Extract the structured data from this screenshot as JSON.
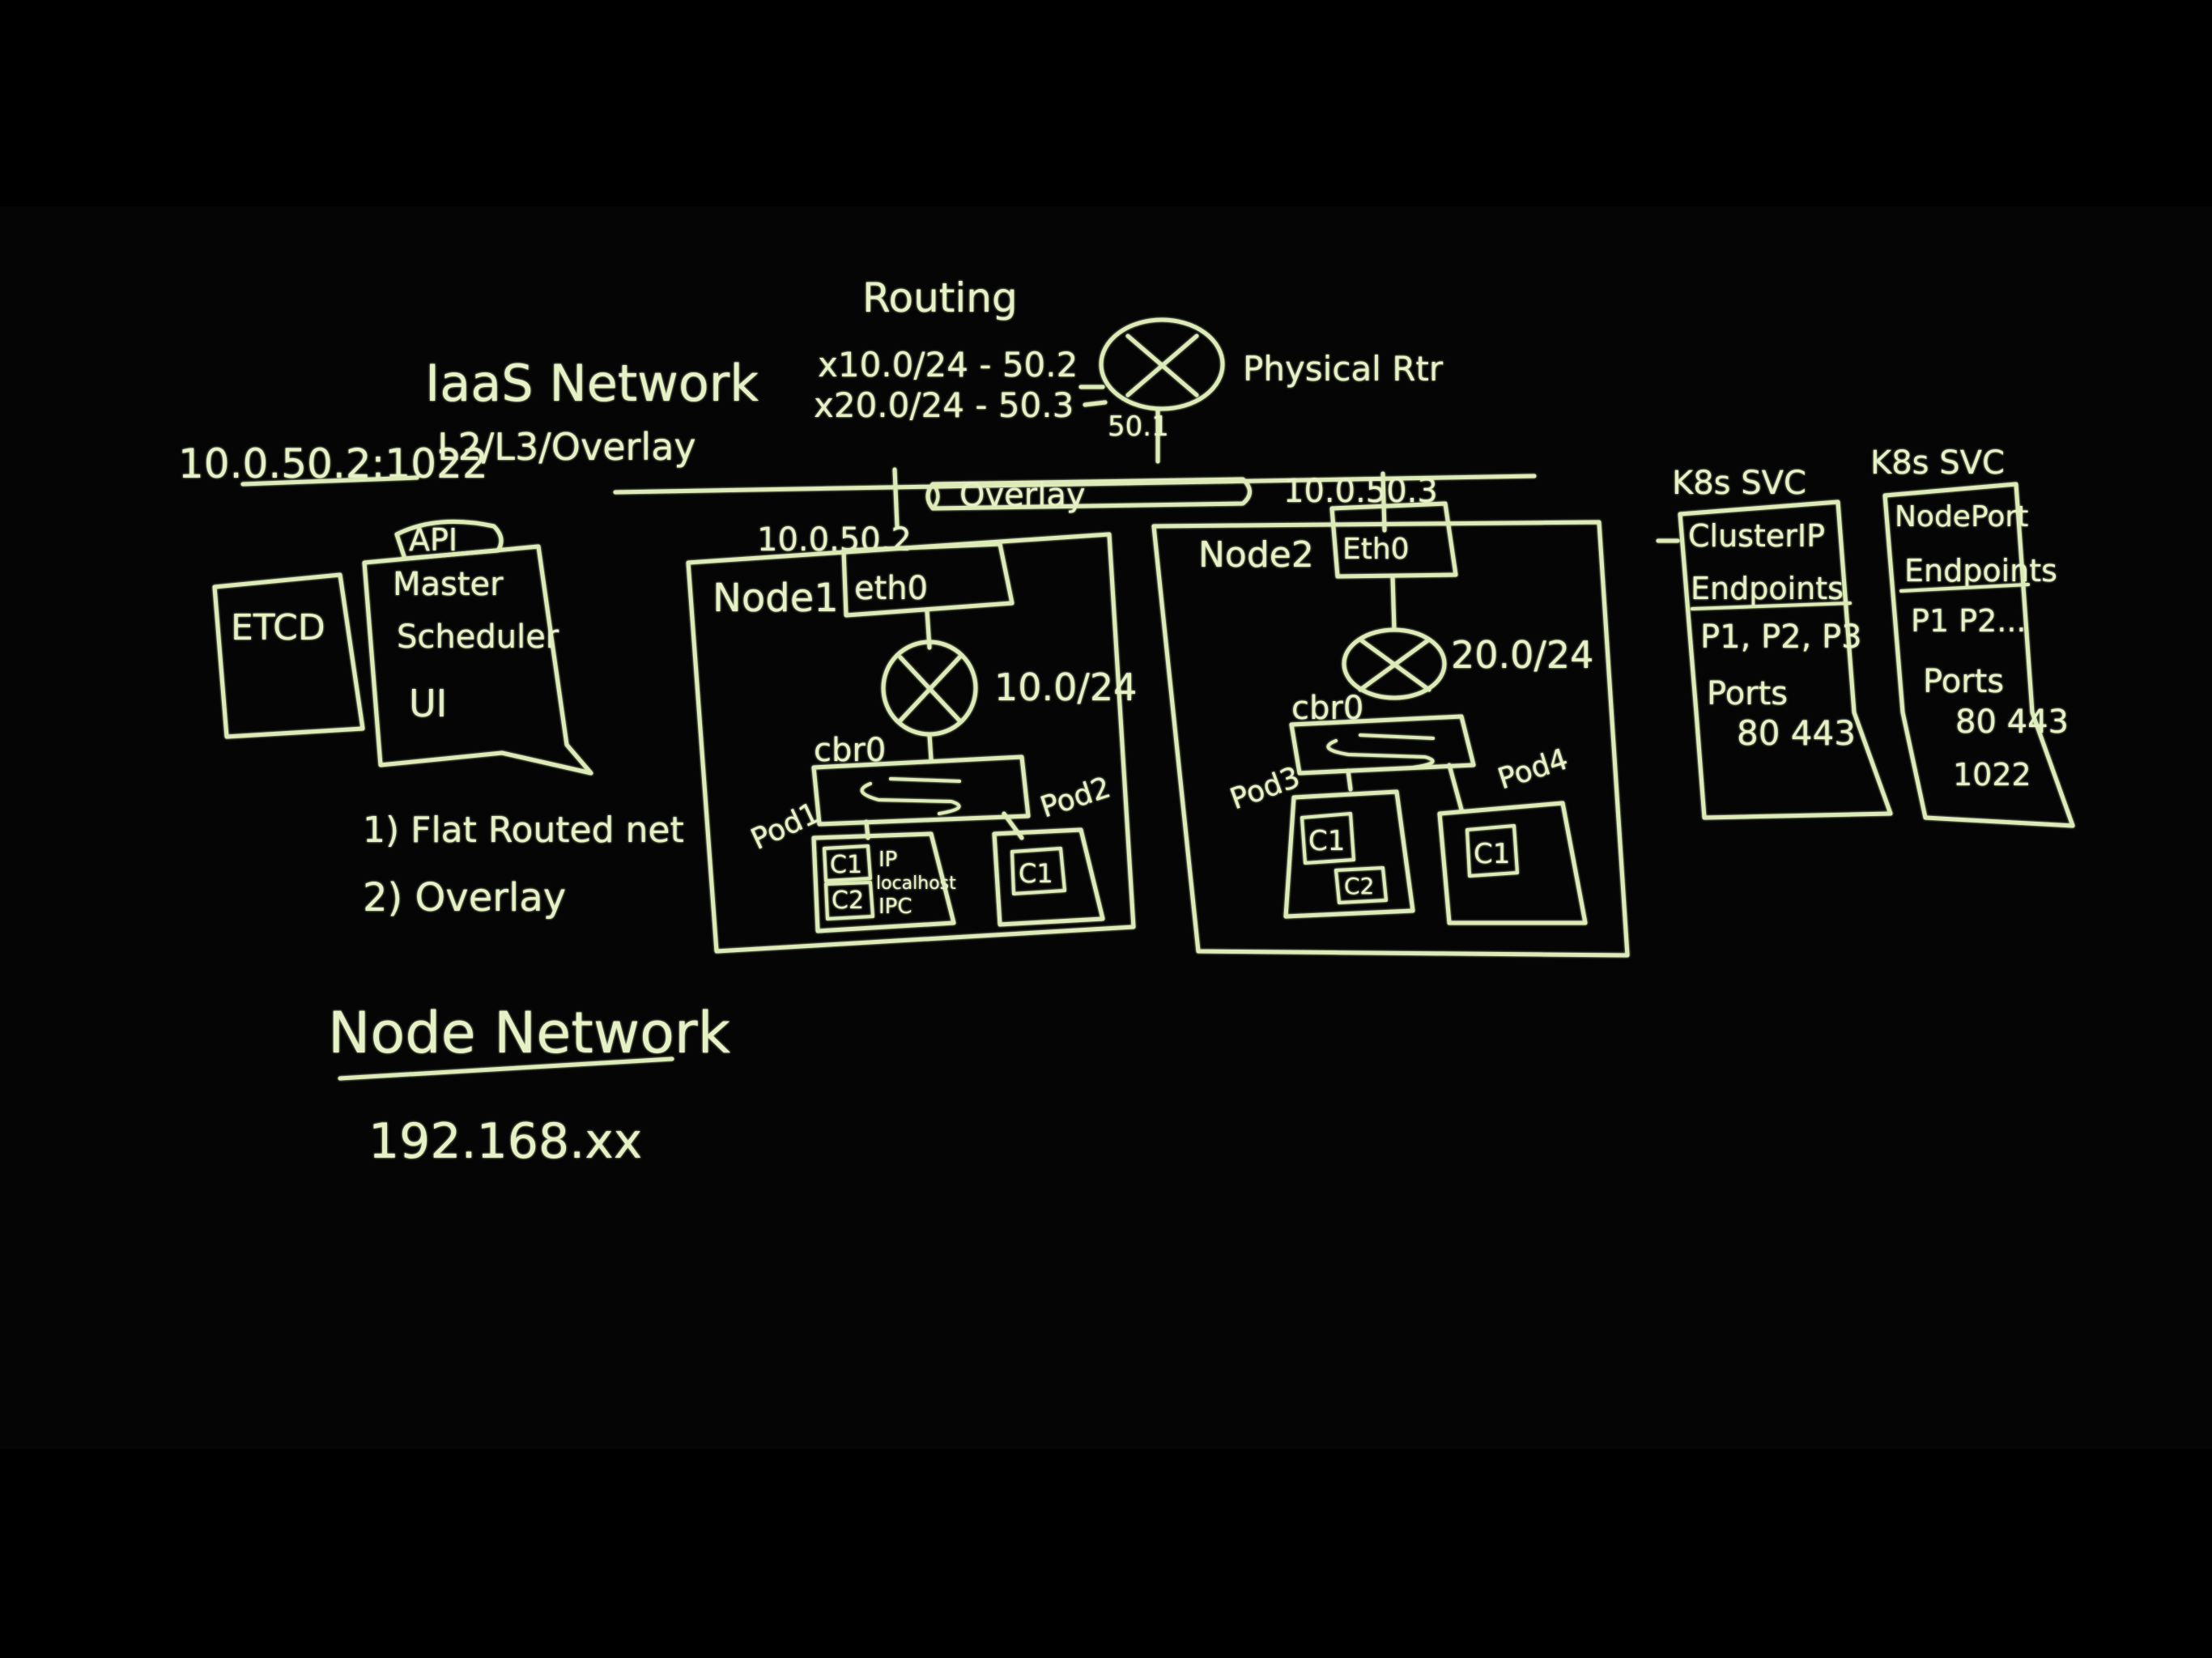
{
  "colors": {
    "background": "#000000",
    "ink": "#dcebb8"
  },
  "heading": {
    "routing": "Routing",
    "physical_router": "Physical Rtr",
    "router_port": "50.1"
  },
  "routes": {
    "route1": "x10.0/24 - 50.2",
    "route2": "x20.0/24 - 50.3"
  },
  "iaas": {
    "title": "IaaS Network",
    "subtitle": "L2/L3/Overlay",
    "subnet": "10.0.50.2:1022"
  },
  "master": {
    "etcd": "ETCD",
    "api": "API",
    "line1": "Master",
    "line2": "Scheduler",
    "line3": "UI"
  },
  "options": {
    "item1": "1) Flat Routed net",
    "item2": "2) Overlay"
  },
  "node_network": {
    "title": "Node Network",
    "range": "192.168.xx"
  },
  "overlay": {
    "label": "Overlay"
  },
  "node1": {
    "label": "Node1",
    "ip": "10.0.50.2",
    "eth": "eth0",
    "cidr": "10.0/24",
    "bridge": "cbr0",
    "pod1": "Pod1",
    "pod2": "Pod2",
    "c1": "C1",
    "c2": "C2",
    "ip_note": "IP",
    "localhost_note": "localhost",
    "ipc_note": "IPC",
    "pod2_c1": "C1"
  },
  "node2": {
    "label": "Node2",
    "ip": "10.0.50.3",
    "eth": "Eth0",
    "cidr": "20.0/24",
    "bridge": "cbr0",
    "pod3": "Pod3",
    "pod4": "Pod4",
    "pod3_c1": "C1",
    "pod3_c2": "C2",
    "pod4_c1": "C1"
  },
  "svc1": {
    "title": "K8s SVC",
    "type": "ClusterIP",
    "endpoints": "Endpoints",
    "pods": "P1, P2, P3",
    "ports_label": "Ports",
    "ports": "80 443"
  },
  "svc2": {
    "title": "K8s SVC",
    "type": "NodePort",
    "endpoints": "Endpoints",
    "pods": "P1 P2...",
    "ports_label": "Ports",
    "ports": "80 443",
    "nodeport": "1022"
  }
}
